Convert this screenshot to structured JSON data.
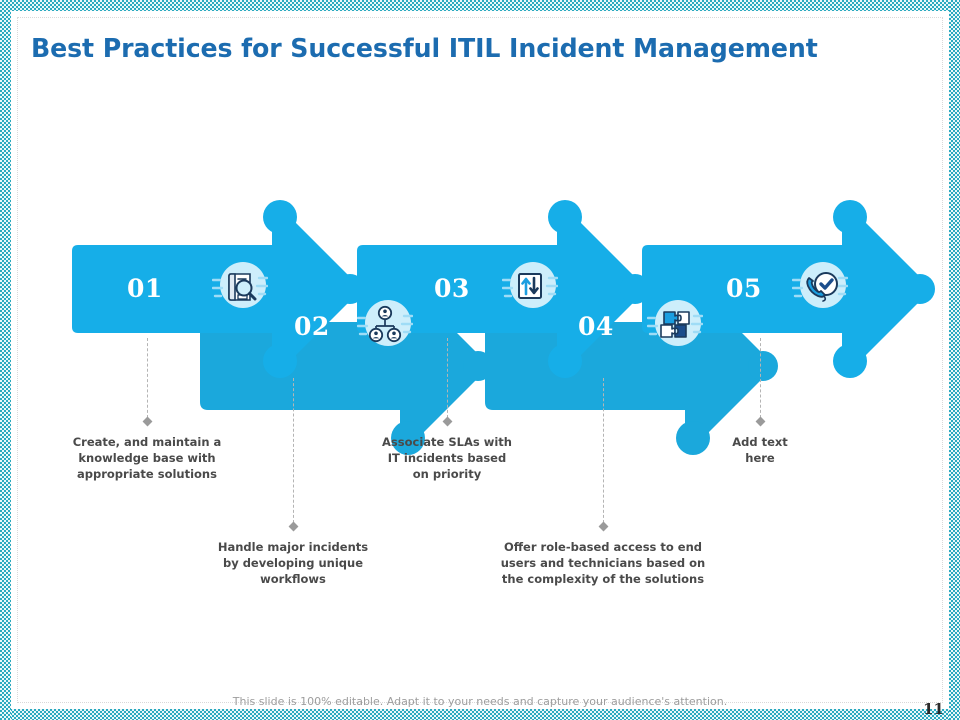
{
  "slide": {
    "title": "Best Practices for Successful ITIL Incident Management",
    "page_number": "11",
    "footer_note": "This slide is 100% editable. Adapt it to your needs and capture your audience's attention.",
    "colors": {
      "title": "#1C6CB0",
      "arrow_primary": "#16AEE8",
      "arrow_secondary": "#1BA8DC",
      "icon_disc": "#CDEEFB",
      "caption_text": "#4A4A4A",
      "border_check": "#2AA9BF",
      "connector": "#B4B4B4"
    }
  },
  "steps": [
    {
      "number": "01",
      "icon": "book-search-icon",
      "caption": "Create, and maintain a\nknowledge base with\nappropriate solutions"
    },
    {
      "number": "02",
      "icon": "org-hierarchy-icon",
      "caption": "Handle major incidents\nby developing unique\nworkflows"
    },
    {
      "number": "03",
      "icon": "priority-arrows-icon",
      "caption": "Associate SLAs with\nIT incidents based\non priority"
    },
    {
      "number": "04",
      "icon": "puzzle-pieces-icon",
      "caption": "Offer role-based access to end\nusers and technicians based on\nthe complexity of the solutions"
    },
    {
      "number": "05",
      "icon": "phone-check-icon",
      "caption": "Add text\nhere"
    }
  ]
}
